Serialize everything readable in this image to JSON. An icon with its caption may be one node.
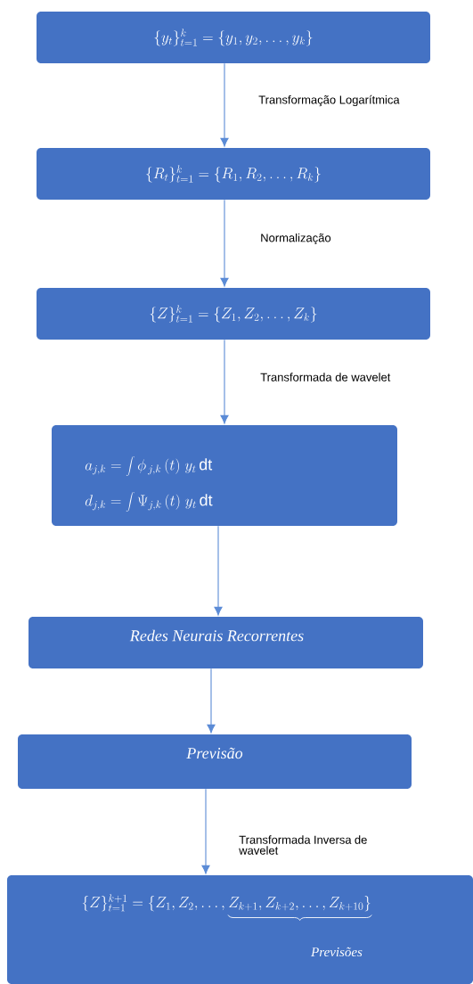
{
  "diagram": {
    "nodes": [
      {
        "text": [
          "\\{y_t\\}_{t=1}^{k} = \\{y_1, y_2, \\dots, y_k\\}"
        ]
      },
      {
        "text": [
          "\\{R_t\\}_{t=1}^{k} = \\{R_1, R_2, \\dots, R_k\\}"
        ]
      },
      {
        "text": [
          "\\{Z\\}_{t=1}^{k} = \\{Z_1, Z_2, \\dots, Z_k\\}"
        ]
      },
      {
        "text": [
          "a_{j,k} = \\int \\phi_{\\,j,k}\\,(t)\\; y_t\\, \\mathrm{dt}",
          "d_{j,k} = \\int \\Psi_{j,k}\\,(t)\\; y_t\\, \\mathrm{dt}"
        ]
      },
      {
        "text": [
          "Redes Neurais Recorrentes"
        ]
      },
      {
        "text": [
          "Previsão"
        ]
      },
      {
        "text": [
          "\\{Z\\}_{t=1}^{k+1} = \\{Z_1, Z_2, \\dots,",
          "Z_{k+1}, Z_{k+2}, \\dots, Z_{k+10}\\}",
          "Previsões"
        ]
      }
    ],
    "edges": [
      {
        "from": 0,
        "to": 1,
        "arrow": "to",
        "label": "Transformação Logarítmica"
      },
      {
        "from": 1,
        "to": 2,
        "arrow": "to",
        "label": "Normalização"
      },
      {
        "from": 2,
        "to": 3,
        "arrow": "to",
        "label": "Transformada de wavelet"
      },
      {
        "from": 3,
        "to": 4,
        "arrow": "to"
      },
      {
        "from": 4,
        "to": 5,
        "arrow": "to"
      },
      {
        "from": 5,
        "to": 6,
        "arrow": "to",
        "label": "Transformada Inversa de wavelet"
      }
    ]
  }
}
